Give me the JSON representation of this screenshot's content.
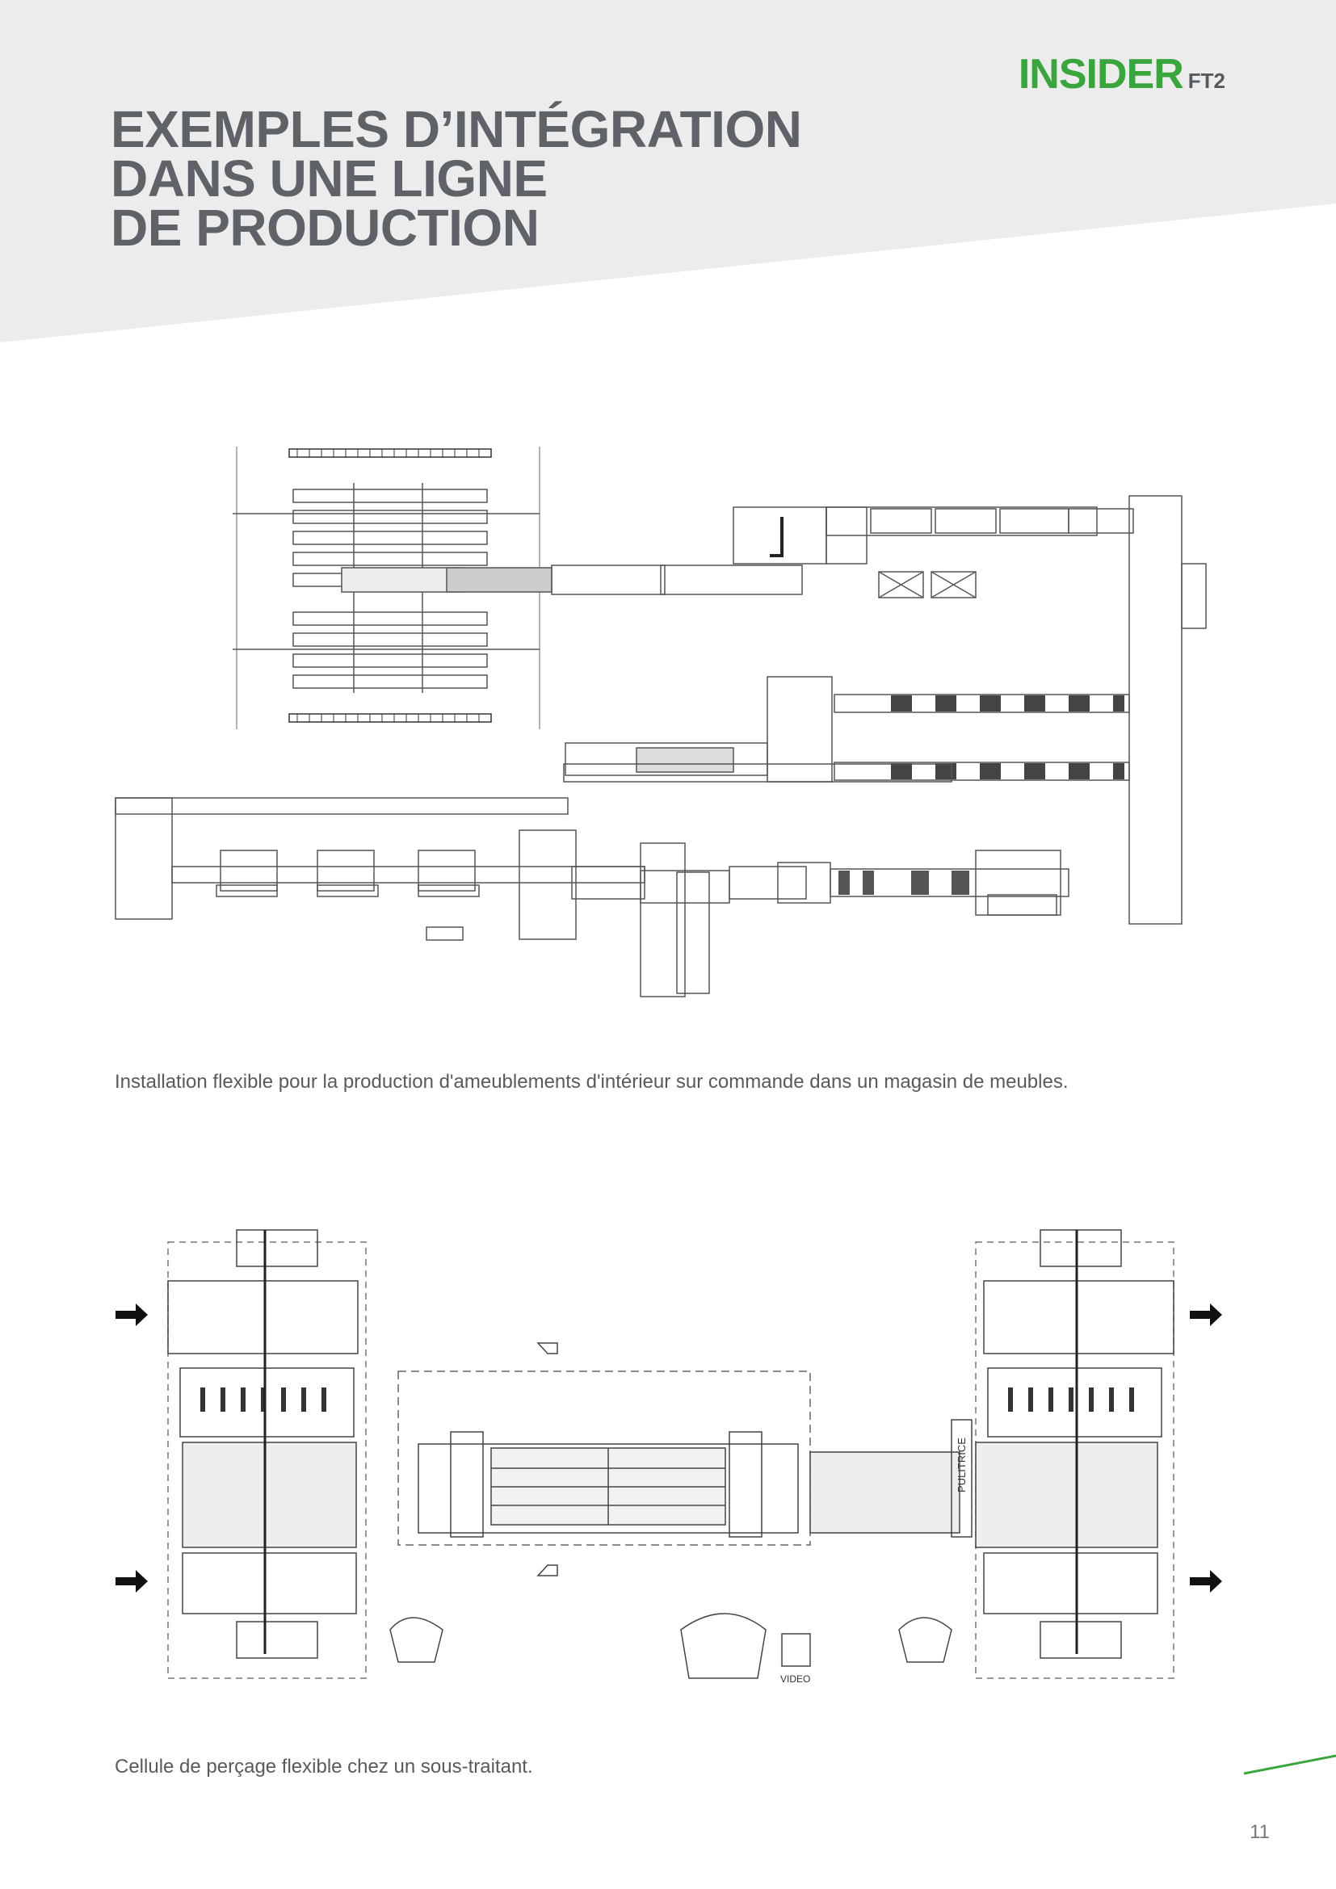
{
  "header": {
    "brand": "INSIDER",
    "model": "FT2",
    "title_lines": [
      "EXEMPLES D’INTÉGRATION",
      "DANS UNE LIGNE",
      "DE PRODUCTION"
    ]
  },
  "figure_1": {
    "caption": "Installation flexible pour la production d'ameublements d'intérieur sur commande dans un magasin de meubles."
  },
  "figure_2": {
    "caption": "Cellule de perçage flexible chez un sous-traitant.",
    "labels": {
      "polisher": "PULITRICE",
      "video": "VIDEO"
    }
  },
  "footer": {
    "page_number": "11"
  },
  "colors": {
    "brand_green": "#3aa53c",
    "header_gray": "#ececec",
    "title_gray": "#5f6367"
  }
}
